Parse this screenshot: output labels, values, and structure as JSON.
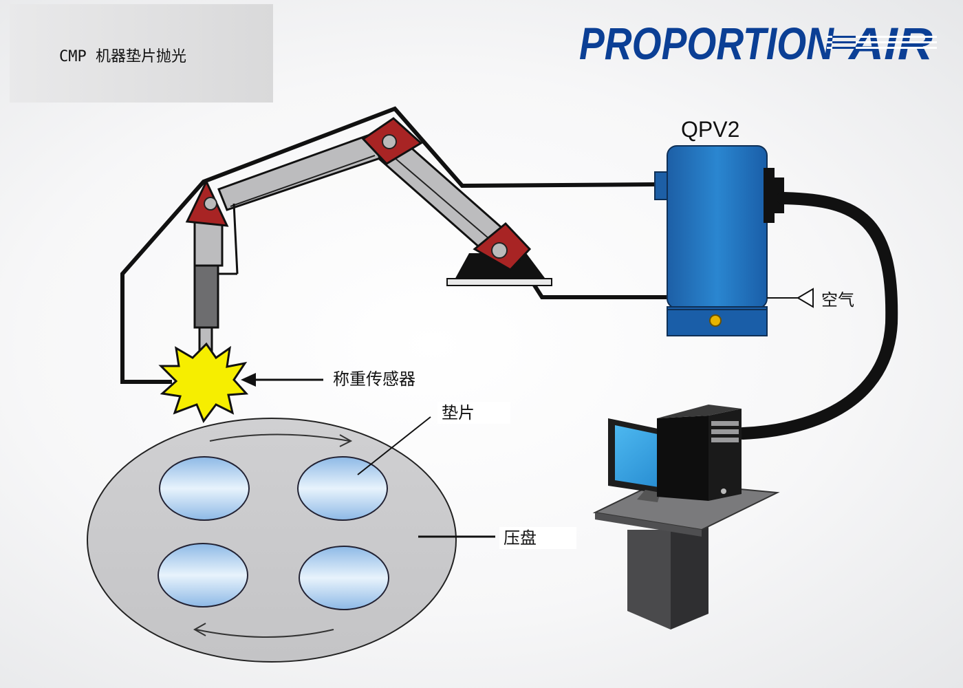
{
  "title": "CMP 机器垫片抛光",
  "brand": {
    "name_part1": "PROPORTION",
    "name_part2": "AIR",
    "color": "#0b3f95"
  },
  "labels": {
    "device": "QPV2",
    "air": "空气",
    "load_sensor": "称重传感器",
    "pad": "垫片",
    "platen": "压盘"
  },
  "colors": {
    "robot_arm": "#bcbcbe",
    "joint": "#a82424",
    "valve_body": "#1f6fb8",
    "pad_fill": "#9fc6ec",
    "platen": "#c9c9cb",
    "sensor_burst": "#f6ee00",
    "cable": "#111111"
  },
  "icons": {
    "robot": "robot-arm-icon",
    "valve": "electro-pneumatic-valve-icon",
    "computer": "computer-workstation-icon",
    "sensor": "starburst-icon"
  }
}
